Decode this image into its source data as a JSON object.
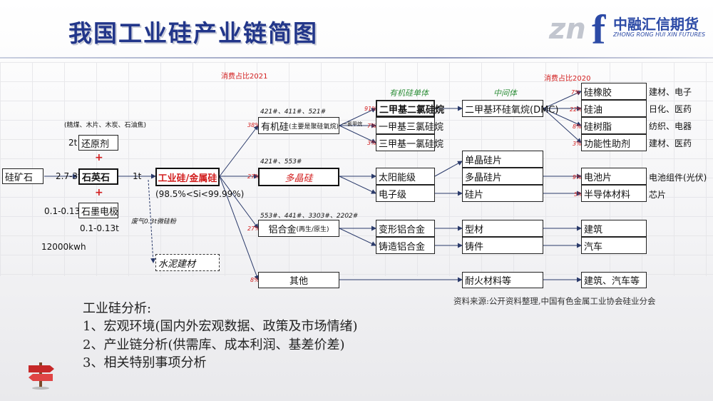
{
  "title": "我国工业硅产业链简图",
  "logo": {
    "mark": "zn",
    "f": "f",
    "cn": "中融汇信期货",
    "en": "ZHONG RONG HUI XIN FUTURES"
  },
  "headers": {
    "consumption_2021": "消费占比2021",
    "consumption_2020": "消费占比2020",
    "organic_monomer": "有机硅单体",
    "intermediate": "中间体"
  },
  "inputs": {
    "ore": "硅矿石",
    "ore_ratio": "2.7-3t",
    "reductant_note": "(精煤、木片、木炭、石油焦)",
    "reductant_qty": "2t",
    "reductant": "还原剂",
    "quartz": "石英石",
    "quartz_qty": "1t",
    "electrode_qty": "0.1-0.13t",
    "electrode": "石墨电极",
    "electrode_qty2": "0.1-0.13t",
    "power": "12000kwh",
    "plus": "+"
  },
  "core": {
    "name": "工业硅/金属硅",
    "purity": "(98.5%<Si<99.99%)",
    "waste_note": "废气0.3t微硅粉",
    "cement": "水泥建材"
  },
  "branches": {
    "organic_grades": "421#、411#、521#",
    "organic_name": "有机硅",
    "organic_note": "(主要是聚硅氧烷)",
    "organic_pct": "38%",
    "poly_grades": "421#、553#",
    "poly_name": "多晶硅",
    "poly_pct": "27%",
    "alloy_grades": "553#、441#、3303#、2202#",
    "alloy_name": "铝合金",
    "alloy_note": "(再生/原生)",
    "alloy_pct": "27%",
    "other_name": "其他",
    "other_pct": "8%",
    "methyl_chloride": "一氯甲烷"
  },
  "monomers": [
    {
      "pct": "91%",
      "name": "二甲基二氯硅烷"
    },
    {
      "pct": "7%",
      "name": "一甲基三氯硅烷"
    },
    {
      "pct": "3%",
      "name": "三甲基一氯硅烷"
    }
  ],
  "intermediate": "二甲基环硅氧烷(DMC)",
  "organic_products": [
    {
      "pct": "7%",
      "name": "硅橡胶",
      "use": "建材、电子"
    },
    {
      "pct": "22%",
      "name": "硅油",
      "use": "日化、医药"
    },
    {
      "pct": "8%",
      "name": "硅树脂",
      "use": "纺织、电器"
    },
    {
      "pct": "3%",
      "name": "功能性助剂",
      "use": "建材、医药"
    }
  ],
  "poly": {
    "solar": "太阳能级",
    "electronic": "电子级",
    "mono": "单晶硅片",
    "multi": "多晶硅片",
    "wafer": "硅片",
    "cell": "电池片",
    "cell_pct": "9%",
    "cell_use": "电池组件(光伏)",
    "semi": "半导体材料",
    "semi_pct": "5%",
    "semi_use": "芯片"
  },
  "alloy": {
    "wrought": "变形铝合金",
    "cast": "铸造铝合金",
    "profile": "型材",
    "casting": "铸件",
    "construction": "建筑",
    "auto": "汽车"
  },
  "other": {
    "refractory": "耐火材料等",
    "use": "建筑、汽车等"
  },
  "source": "资料来源:公开资料整理,中国有色金属工业协会硅业分会",
  "analysis": [
    "工业硅分析:",
    "1、宏观环境(国内外宏观数据、政策及市场情绪)",
    "2、产业链分析(供需库、成本利润、基差价差)",
    "3、相关特别事项分析"
  ],
  "colors": {
    "title": "#22368a",
    "accent_red": "#d21d1d",
    "accent_green": "#2f8f3a"
  }
}
